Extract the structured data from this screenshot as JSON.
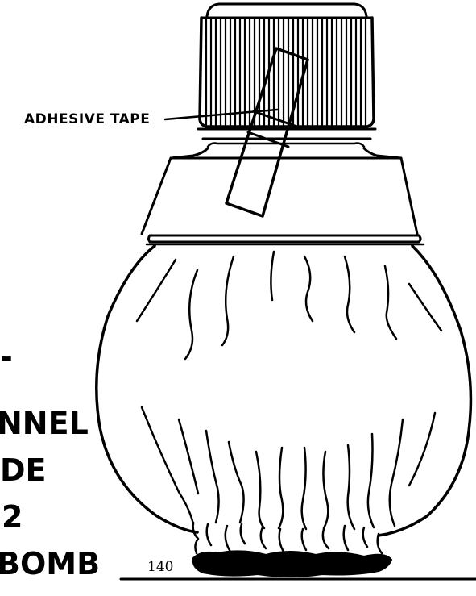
{
  "callout": {
    "adhesive_tape": "ADHESIVE TAPE"
  },
  "caption": {
    "dash": "-",
    "line1": "NNEL",
    "line2": "DE",
    "line3": "2",
    "line4": "BOMB"
  },
  "footer": {
    "page_fragment": "140"
  }
}
